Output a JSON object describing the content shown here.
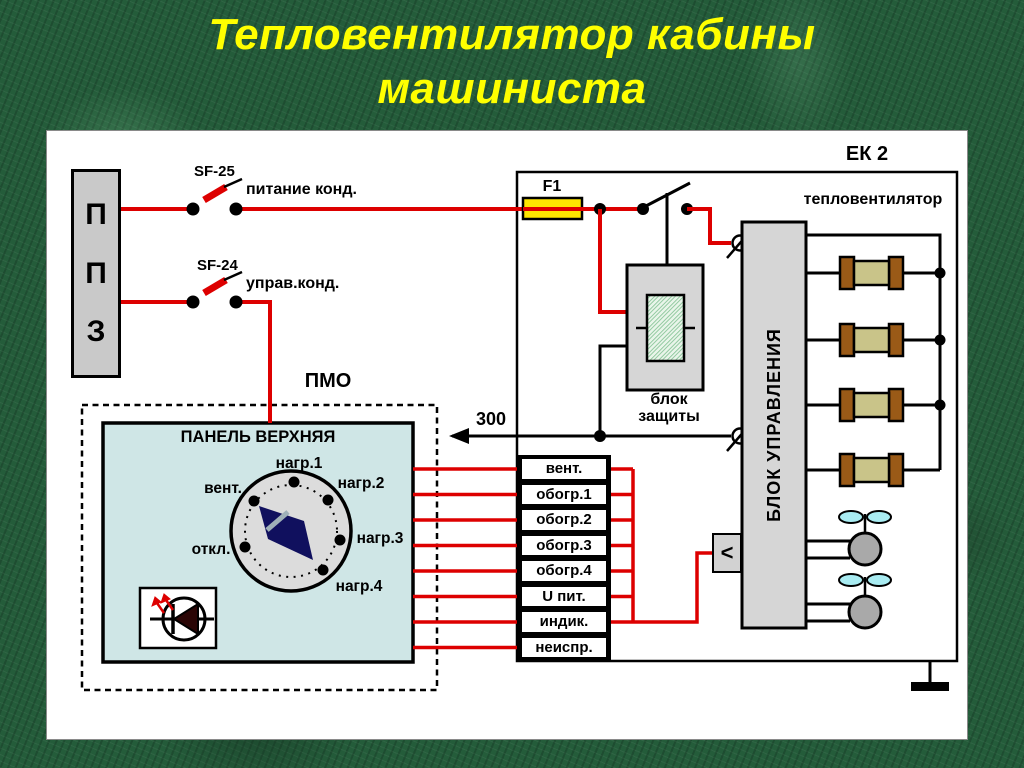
{
  "title": {
    "line1": "Тепловентилятор кабины",
    "line2": "машиниста"
  },
  "ppz": {
    "letters": [
      "П",
      "П",
      "З"
    ]
  },
  "breakers": {
    "sf25": {
      "id": "SF-25",
      "label": "питание конд."
    },
    "sf24": {
      "id": "SF-24",
      "label": "управ.конд."
    }
  },
  "fuse": {
    "id": "F1"
  },
  "wire300": {
    "label": "300"
  },
  "ek2": {
    "title": "ЕК 2",
    "device_label": "тепловентилятор",
    "control_unit": "БЛОК УПРАВЛЕНИЯ",
    "protection_unit_line1": "блок",
    "protection_unit_line2": "защиты",
    "connector_symbol": "<"
  },
  "pmo": {
    "label": "ПМО",
    "panel_title": "ПАНЕЛЬ ВЕРХНЯЯ",
    "rotary_positions": [
      "нагр.1",
      "нагр.2",
      "нагр.3",
      "нагр.4",
      "откл.",
      "вент."
    ]
  },
  "signals": {
    "items": [
      "вент.",
      "обогр.1",
      "обогр.2",
      "обогр.3",
      "обогр.4",
      "U пит.",
      "индик.",
      "неиспр."
    ]
  },
  "icons": {
    "led_indicator": "led-diode-icon",
    "ground": "ground-icon",
    "fan": "fan-motor-icon"
  },
  "colors": {
    "background_green": "#245c3a",
    "title_yellow": "#ffff00",
    "wire_red": "#dd0000",
    "fuse_yellow": "#ffe600",
    "panel_blue": "#cfe6e6",
    "block_gray": "#d6d6d6",
    "dial_gray": "#dcdcdc",
    "resistor_body": "#c9c489",
    "resistor_band": "#9a5a17",
    "fan_gray": "#a9a9a9",
    "fan_blade": "#a9ecf2",
    "knob_pointer": "#10105e",
    "protection_green": "#e9f5ea"
  }
}
